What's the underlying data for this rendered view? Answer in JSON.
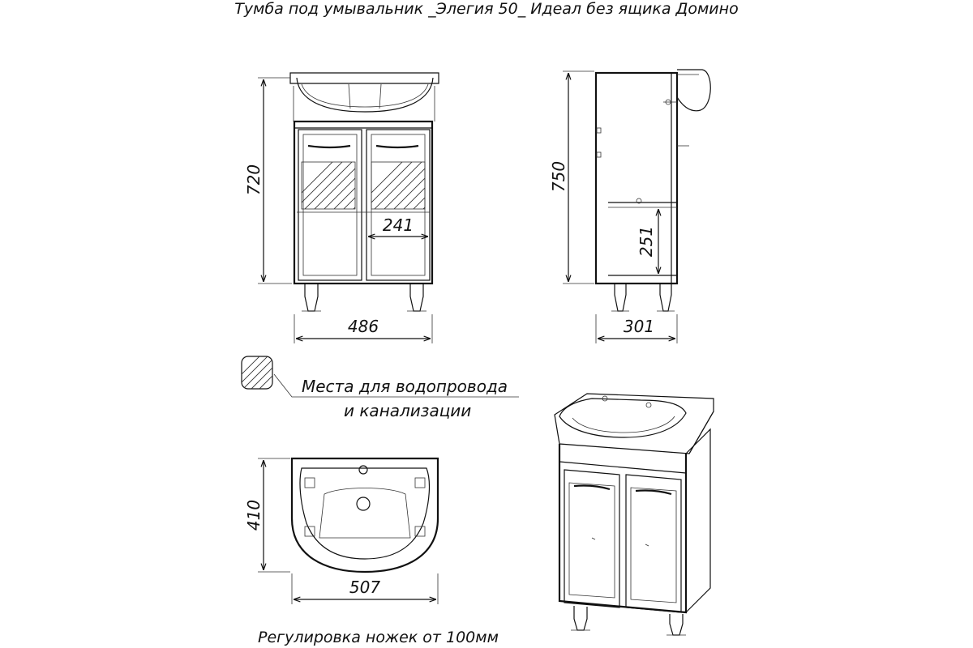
{
  "title": "Тумба под умывальник _Элегия 50_ Идеал без ящика Домино",
  "legend": {
    "line1": "Места для водопровода",
    "line2": "и канализации"
  },
  "footer": "Регулировка ножек от 100мм",
  "dimensions": {
    "front_height": "720",
    "front_width": "486",
    "door_width": "241",
    "side_height": "750",
    "side_depth": "301",
    "shelf_height": "251",
    "top_depth": "410",
    "top_width": "507"
  }
}
